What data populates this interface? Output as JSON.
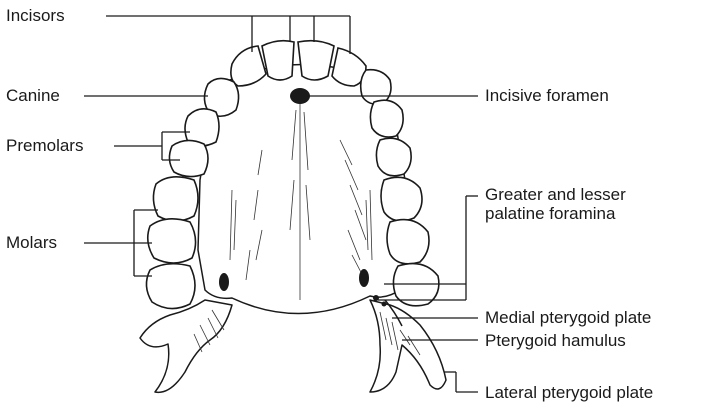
{
  "labels": {
    "incisors": "Incisors",
    "canine": "Canine",
    "premolars": "Premolars",
    "molars": "Molars",
    "incisive_foramen": "Incisive foramen",
    "palatine_foramina_line1": "Greater and lesser",
    "palatine_foramina_line2": "palatine foramina",
    "medial_pterygoid_plate": "Medial pterygoid plate",
    "pterygoid_hamulus": "Pterygoid hamulus",
    "lateral_pterygoid_plate": "Lateral pterygoid plate"
  }
}
